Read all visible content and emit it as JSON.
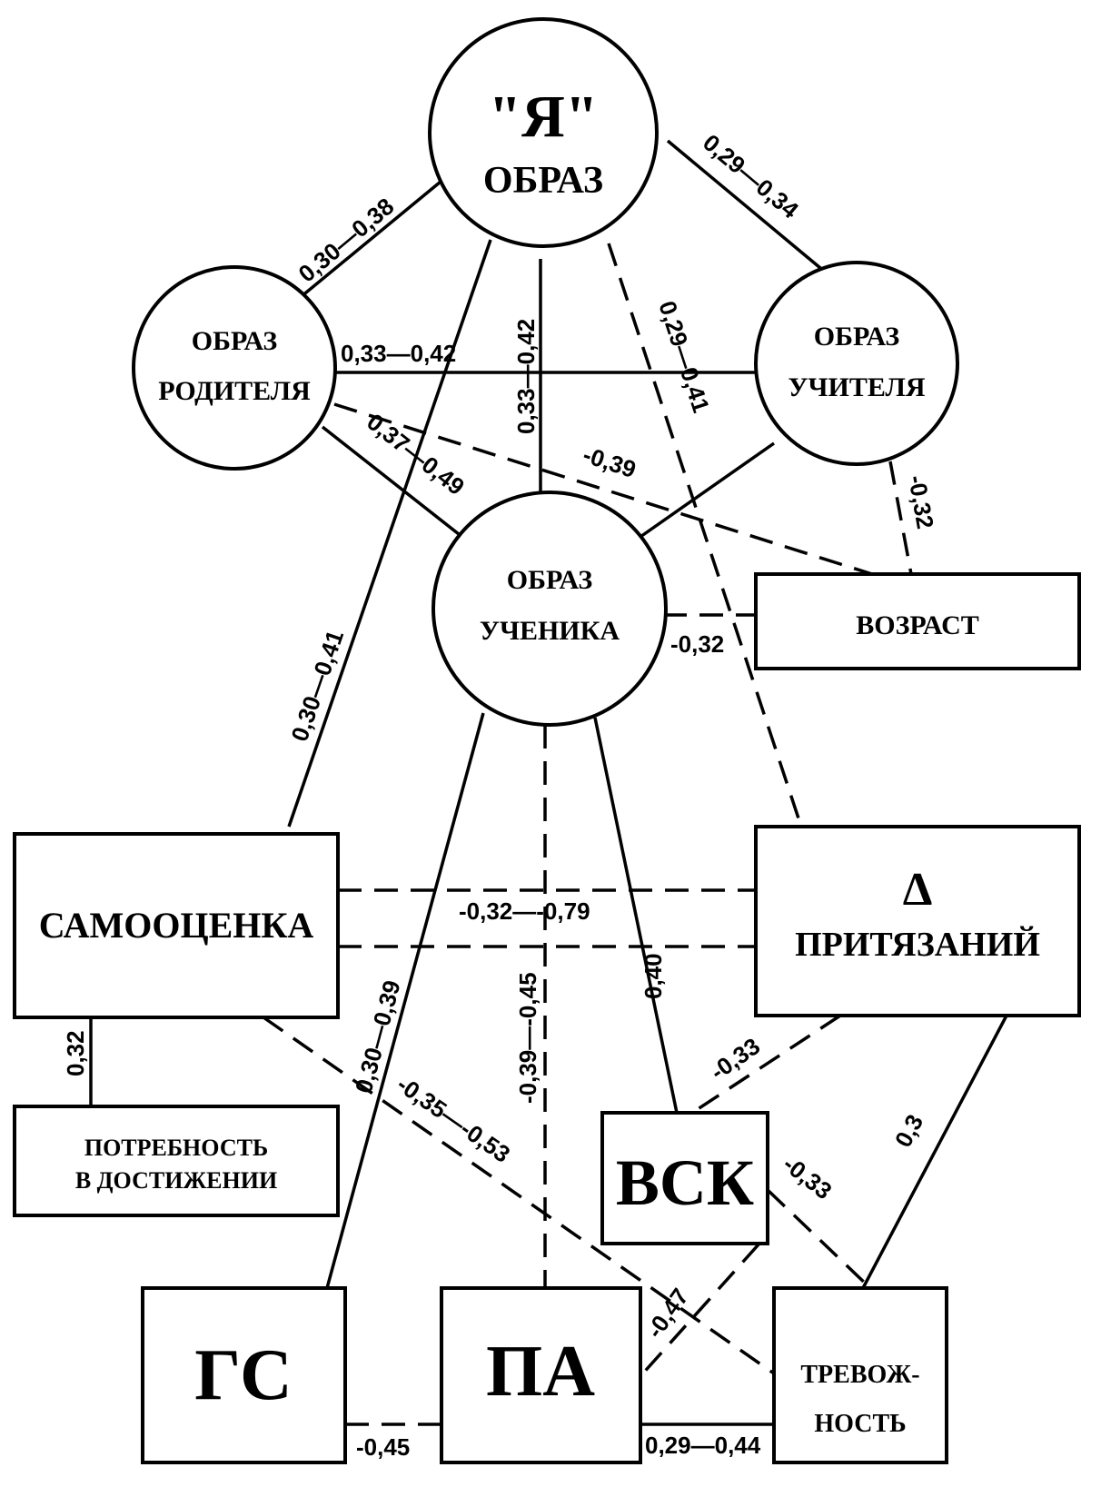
{
  "nodes": {
    "self_image": {
      "line1": "\"Я\"",
      "line2": "ОБРАЗ"
    },
    "parent_image": {
      "line1": "ОБРАЗ",
      "line2": "РОДИТЕЛЯ"
    },
    "teacher_image": {
      "line1": "ОБРАЗ",
      "line2": "УЧИТЕЛЯ"
    },
    "student_image": {
      "line1": "ОБРАЗ",
      "line2": "УЧЕНИКА"
    },
    "age": {
      "line1": "ВОЗРАСТ"
    },
    "self_esteem": {
      "line1": "САМООЦЕНКА"
    },
    "aspiration": {
      "line1": "Δ",
      "line2": "ПРИТЯЗАНИЙ"
    },
    "achievement_need": {
      "line1": "ПОТРЕБНОСТЬ",
      "line2": "В ДОСТИЖЕНИИ"
    },
    "vsk": {
      "line1": "ВСК"
    },
    "gs": {
      "line1": "ГС"
    },
    "pa": {
      "line1": "ПА"
    },
    "anxiety": {
      "line1": "ТРЕВОЖ-",
      "line2": "НОСТЬ"
    }
  },
  "edges": {
    "self_parent": "0,30—0,38",
    "self_teacher": "0,29—0,34",
    "parent_teacher": "0,33—0,42",
    "self_student": "0,33—0,42",
    "self_aspiration": "0,29—0,41",
    "parent_student": "0,37—0,49",
    "parent_age": "-0,39",
    "teacher_age": "-0,32",
    "student_age": "-0,32",
    "self_selfesteem": "0,30—0,41",
    "selfesteem_aspiration": "-0,32—-0,79",
    "selfesteem_need": "0,32",
    "student_gs": "0,30—0,39",
    "selfesteem_anxiety": "-0,35—-0,53",
    "student_pa": "-0,39—-0,45",
    "student_vsk": "0,40",
    "aspiration_vsk": "-0,33",
    "aspiration_anxiety": "0,3",
    "vsk_anxiety": "-0,33",
    "vsk_pa": "-0,47",
    "gs_pa": "-0,45",
    "pa_anxiety": "0,29—0,44"
  }
}
